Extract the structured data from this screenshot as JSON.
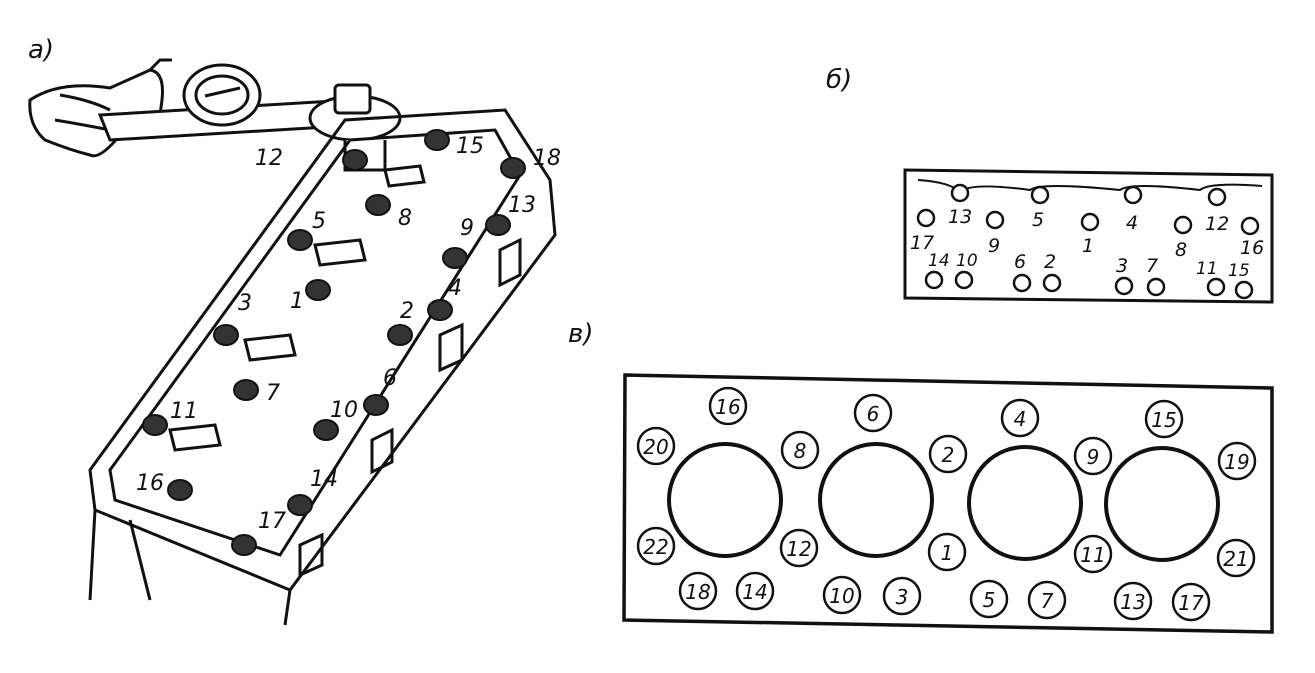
{
  "panels": {
    "a": {
      "label": "а)",
      "bolt_labels": [
        "1",
        "2",
        "3",
        "4",
        "5",
        "6",
        "7",
        "8",
        "9",
        "10",
        "11",
        "12",
        "13",
        "14",
        "15",
        "16",
        "17",
        "18"
      ]
    },
    "b": {
      "label": "б)",
      "top_row": [
        "13",
        "5",
        "4",
        "12"
      ],
      "middle_row": [
        "9",
        "1",
        "8"
      ],
      "side_labels": [
        "17",
        "16"
      ],
      "bottom_row": [
        "14",
        "10",
        "6",
        "2",
        "3",
        "7",
        "11",
        "15"
      ]
    },
    "c": {
      "label": "в)",
      "circled_numbers": [
        "16",
        "6",
        "4",
        "15",
        "20",
        "8",
        "2",
        "9",
        "19",
        "22",
        "12",
        "1",
        "11",
        "21",
        "18",
        "14",
        "10",
        "3",
        "5",
        "7",
        "13",
        "17"
      ]
    }
  }
}
